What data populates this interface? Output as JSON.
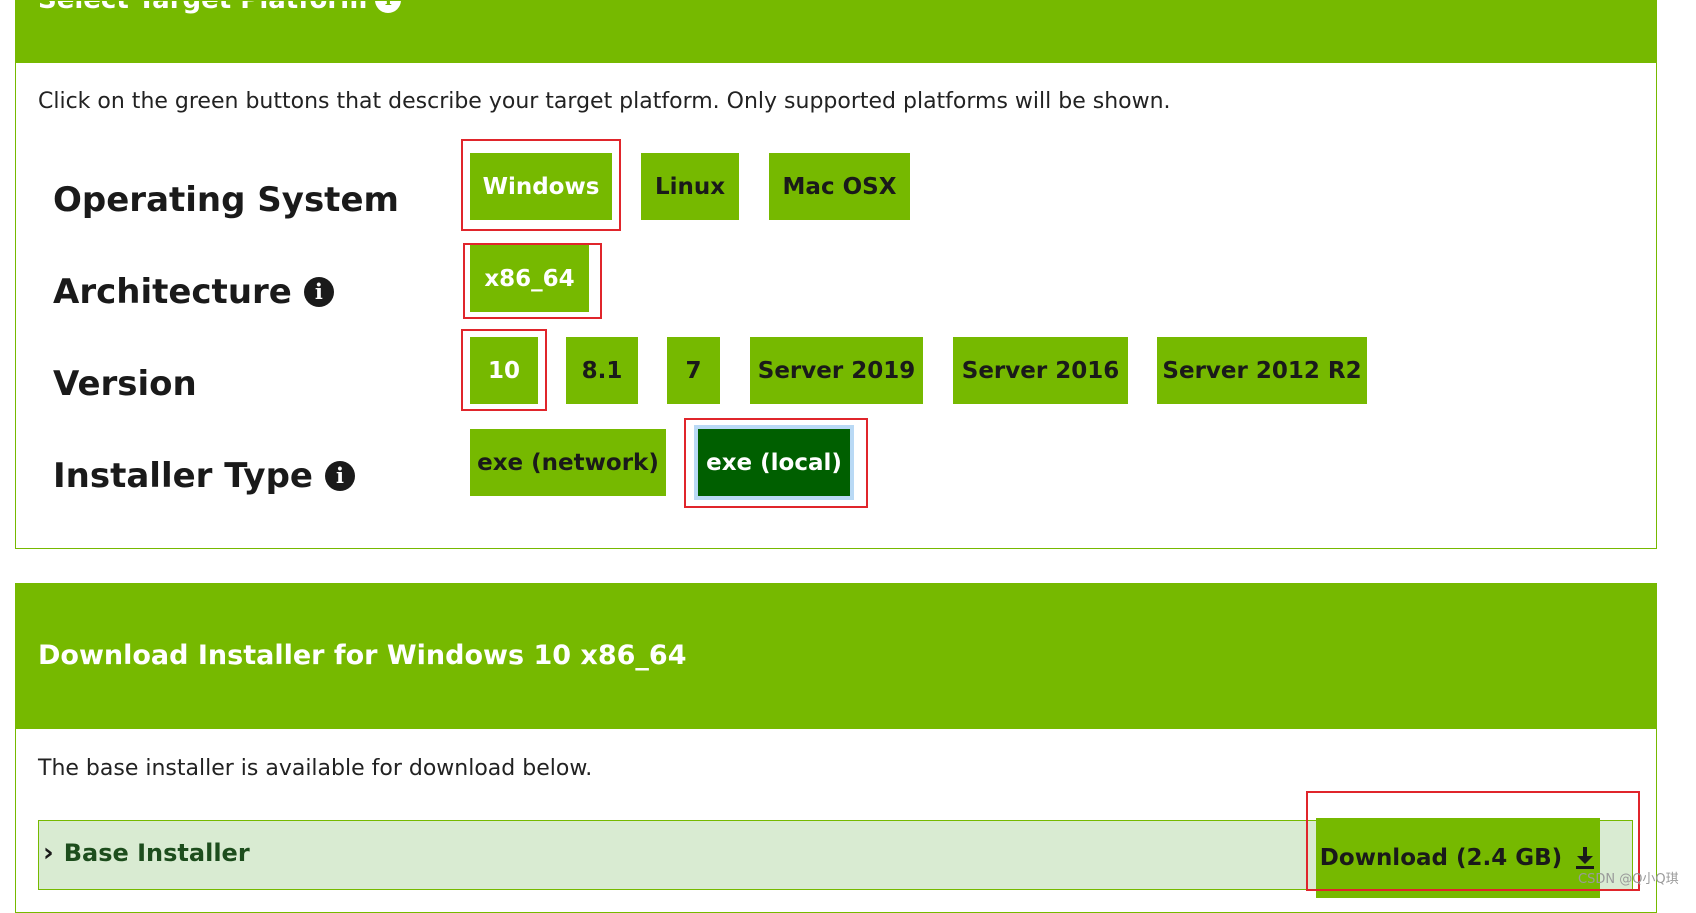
{
  "select_panel": {
    "header_title": "Select Target Platform",
    "instructions": "Click on the green buttons that describe your target platform. Only supported platforms will be shown.",
    "rows": {
      "os": {
        "label": "Operating System",
        "options": [
          "Windows",
          "Linux",
          "Mac OSX"
        ],
        "selected": "Windows"
      },
      "arch": {
        "label": "Architecture",
        "options": [
          "x86_64"
        ],
        "selected": "x86_64"
      },
      "version": {
        "label": "Version",
        "options": [
          "10",
          "8.1",
          "7",
          "Server 2019",
          "Server 2016",
          "Server 2012 R2"
        ],
        "selected": "10"
      },
      "installer": {
        "label": "Installer Type",
        "options": [
          "exe (network)",
          "exe (local)"
        ],
        "selected": "exe (local)"
      }
    }
  },
  "download_panel": {
    "title": "Download Installer for Windows 10 x86_64",
    "description": "The base installer is available for download below.",
    "base_installer_label": "Base Installer",
    "download_button": "Download (2.4 GB)"
  },
  "watermark": "CSDN @Q小Q琪",
  "colors": {
    "brand_green": "#76b900",
    "active_green": "#005f00",
    "highlight_red": "#e0252b"
  },
  "icons": [
    "info-icon",
    "chevron-right-icon",
    "download-icon"
  ]
}
